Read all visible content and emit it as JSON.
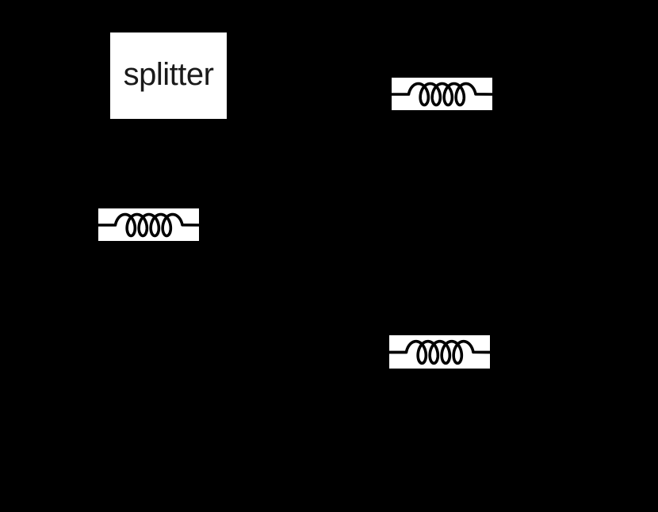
{
  "canvas": {
    "background": "#000000"
  },
  "colors": {
    "component_fill": "#ffffff",
    "component_stroke": "#000000",
    "label_text": "#1a1a1a"
  },
  "diagram": {
    "splitter_box": {
      "label": "splitter"
    },
    "inductors": [
      {
        "id": "inductor-left",
        "symbol": "inductor-coil-icon"
      },
      {
        "id": "inductor-top-right",
        "symbol": "inductor-coil-icon"
      },
      {
        "id": "inductor-bottom-right",
        "symbol": "inductor-coil-icon"
      }
    ]
  }
}
